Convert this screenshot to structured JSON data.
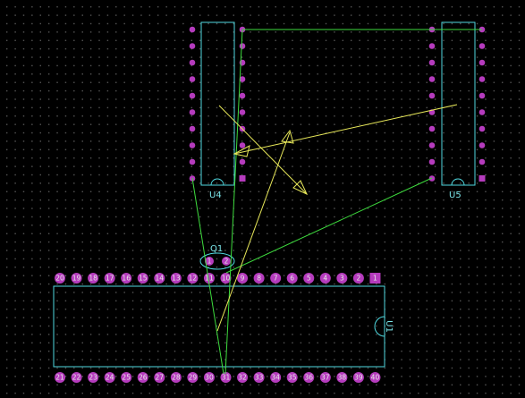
{
  "colors": {
    "background": "#000000",
    "grid_dot": "#5a5a5a",
    "outline": "#4fd8df",
    "pad": "#b53bbd",
    "net_green": "#3edc3e",
    "net_yellow": "#e8e85a"
  },
  "components": {
    "u4": {
      "ref": "U4"
    },
    "u5": {
      "ref": "U5"
    },
    "q1": {
      "ref": "Q1",
      "pins": [
        "1",
        "2"
      ]
    },
    "u1": {
      "ref": "U1",
      "top_pins": [
        "20",
        "19",
        "18",
        "17",
        "16",
        "15",
        "14",
        "13",
        "12",
        "11",
        "10",
        "9",
        "8",
        "7",
        "6",
        "5",
        "4",
        "3",
        "2",
        "1"
      ],
      "bottom_pins": [
        "21",
        "22",
        "23",
        "24",
        "25",
        "26",
        "27",
        "28",
        "29",
        "30",
        "31",
        "32",
        "33",
        "34",
        "35",
        "36",
        "37",
        "38",
        "39",
        "40"
      ]
    }
  }
}
